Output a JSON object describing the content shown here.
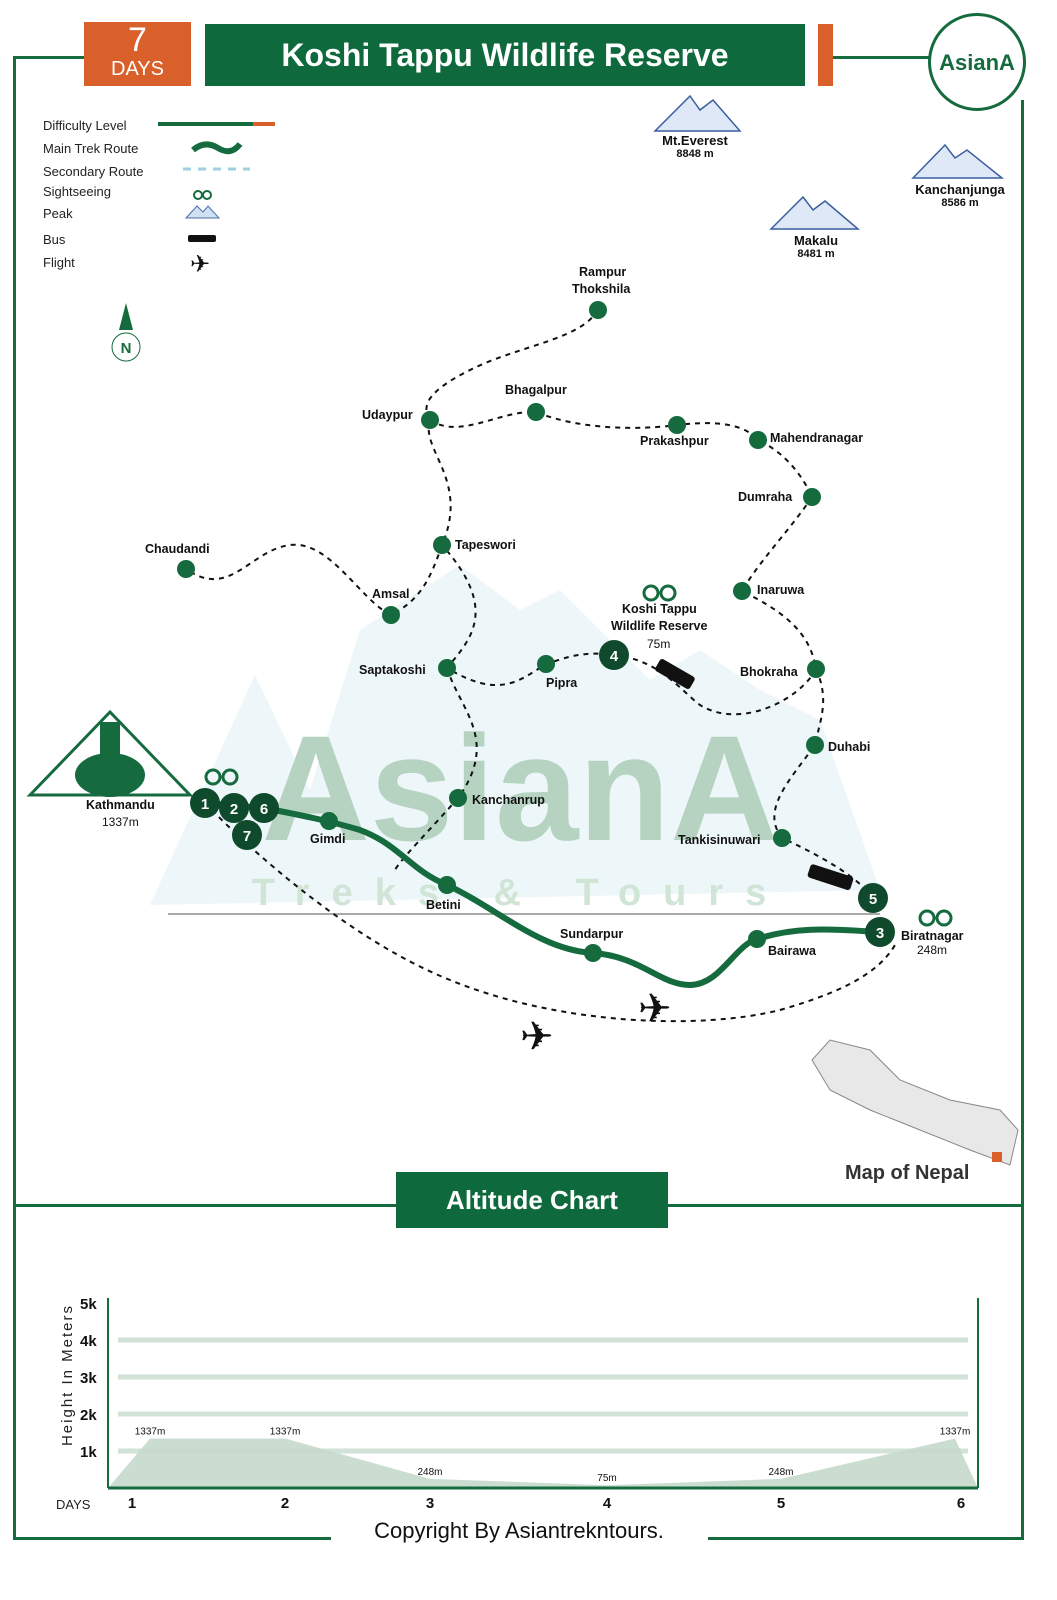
{
  "header": {
    "days_number": "7",
    "days_label": "DAYS",
    "title": "Koshi Tappu Wildlife Reserve",
    "logo_text": "AsianA"
  },
  "legend": [
    {
      "label": "Difficulty Level",
      "icon": "difficulty-bar"
    },
    {
      "label": "Main Trek Route",
      "icon": "main-route-line"
    },
    {
      "label": "Secondary Route",
      "icon": "secondary-route-dash"
    },
    {
      "label": "Sightseeing",
      "icon": "binoculars-icon"
    },
    {
      "label": "Peak",
      "icon": "peak-icon"
    },
    {
      "label": "Bus",
      "icon": "bus-icon"
    },
    {
      "label": "Flight",
      "icon": "plane-icon"
    }
  ],
  "peaks": [
    {
      "name": "Mt.Everest",
      "height": "8848 m"
    },
    {
      "name": "Kanchanjunga",
      "height": "8586 m"
    },
    {
      "name": "Makalu",
      "height": "8481 m"
    }
  ],
  "compass": "N",
  "places": {
    "rampur": "Rampur",
    "thokshila": "Thokshila",
    "udaypur": "Udaypur",
    "bhagalpur": "Bhagalpur",
    "prakashpur": "Prakashpur",
    "mahendranagar": "Mahendranagar",
    "dumraha": "Dumraha",
    "tapeswori": "Tapeswori",
    "chaudandi": "Chaudandi",
    "amsal": "Amsal",
    "inaruwa": "Inaruwa",
    "saptakoshi": "Saptakoshi",
    "pipra": "Pipra",
    "koshi1": "Koshi Tappu",
    "koshi2": "Wildlife Reserve",
    "koshi_alt": "75m",
    "bhokraha": "Bhokraha",
    "duhabi": "Duhabi",
    "kanchanrup": "Kanchanrup",
    "tankisinuwari": "Tankisinuwari",
    "gimdi": "Gimdi",
    "betini": "Betini",
    "sundarpur": "Sundarpur",
    "bairawa": "Bairawa",
    "kathmandu": "Kathmandu",
    "kathmandu_alt": "1337m",
    "biratnagar": "Biratnagar",
    "biratnagar_alt": "248m"
  },
  "day_markers": [
    "1",
    "2",
    "6",
    "7",
    "4",
    "5",
    "3"
  ],
  "watermark": {
    "brand": "AsianA",
    "tagline": "Treks & Tours"
  },
  "inset_map_label": "Map of Nepal",
  "altitude_section_title": "Altitude Chart",
  "copyright": "Copyright By Asiantrekntours.",
  "colors": {
    "green": "#0e6a3c",
    "orange": "#d9602a",
    "fill": "#c5d9cc"
  },
  "chart_data": {
    "type": "area",
    "title": "Altitude Chart",
    "xlabel": "DAYS",
    "ylabel": "Height In Meters",
    "categories": [
      "1",
      "2",
      "3",
      "4",
      "5",
      "6"
    ],
    "values": [
      1337,
      1337,
      248,
      75,
      248,
      1337
    ],
    "value_labels": [
      "1337m",
      "1337m",
      "248m",
      "75m",
      "248m",
      "1337m"
    ],
    "yticks": [
      "1k",
      "2k",
      "3k",
      "4k",
      "5k"
    ],
    "ylim": [
      0,
      5000
    ],
    "grid": true
  }
}
